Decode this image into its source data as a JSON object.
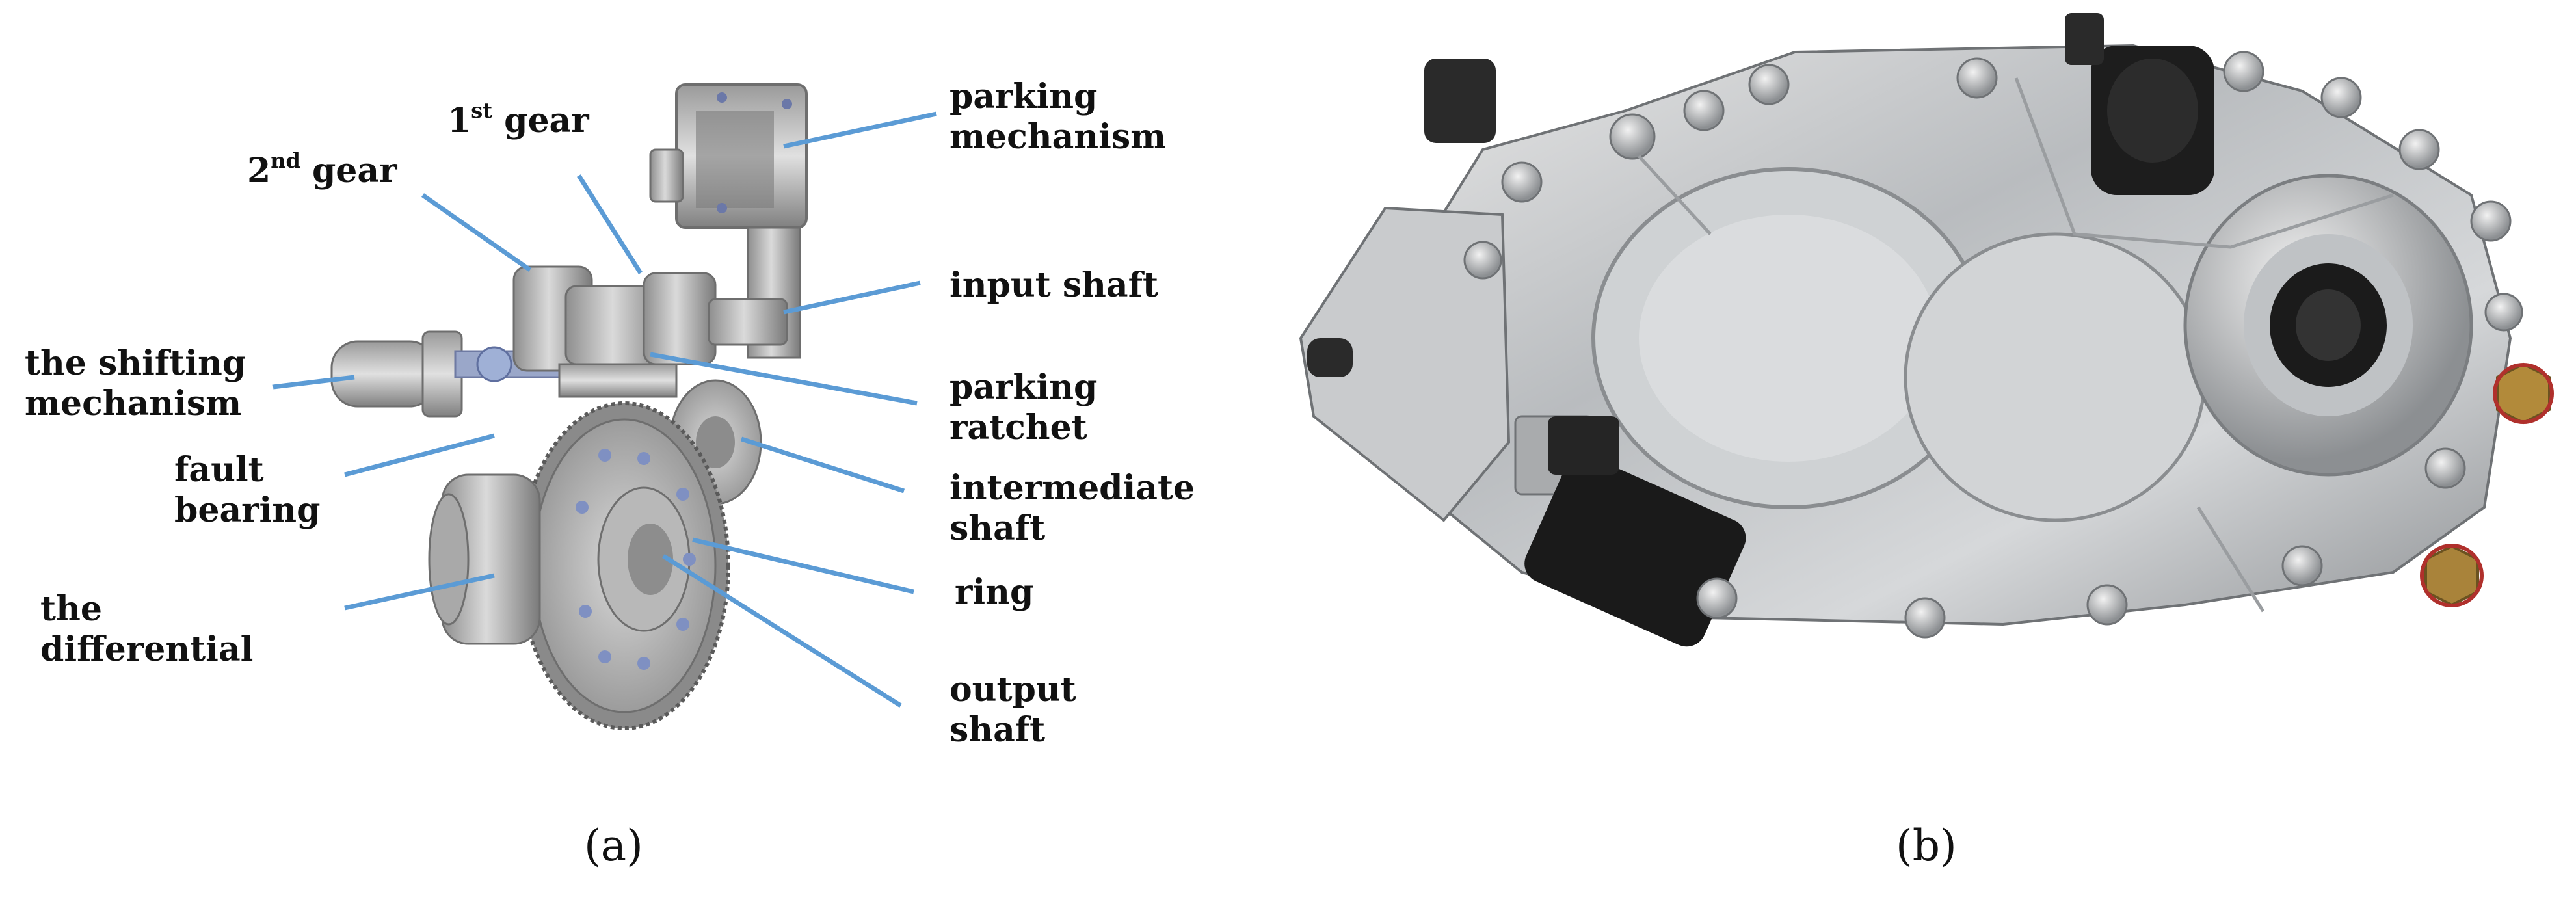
{
  "panel_a": {
    "caption": "(a)",
    "labels": {
      "parking_mechanism_1": "parking",
      "parking_mechanism_2": "mechanism",
      "first_gear_num": "1",
      "first_gear_sup": "st",
      "first_gear_word": "gear",
      "second_gear_num": "2",
      "second_gear_sup": "nd",
      "second_gear_word": "gear",
      "input_shaft": "input shaft",
      "shifting_1": "the shifting",
      "shifting_2": "mechanism",
      "parking_ratchet_1": "parking",
      "parking_ratchet_2": "ratchet",
      "fault_bearing_1": "fault",
      "fault_bearing_2": "bearing",
      "intermediate_1": "intermediate",
      "intermediate_2": "shaft",
      "ring": "ring",
      "differential_1": "the",
      "differential_2": "differential",
      "output_1": "output",
      "output_2": "shaft"
    },
    "leader_color": "#5b9bd5"
  },
  "panel_b": {
    "caption": "(b)"
  }
}
